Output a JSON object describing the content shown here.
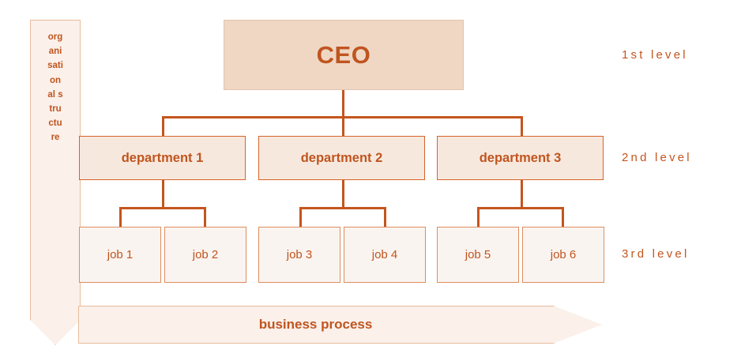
{
  "diagram": {
    "title": "organisational structure chart",
    "colors": {
      "accent": "#C4551E",
      "text": "#C0551F",
      "ceo_fill": "#EFD7C4",
      "dept_fill": "#F7E8DE",
      "dept_border": "#D4642A",
      "job_fill": "#FAF4F0",
      "job_border": "#DE8D5E",
      "arrow_fill": "#FBF0EA",
      "arrow_border": "#E8BC9C",
      "background": "#FFFFFF"
    },
    "side_arrow": {
      "label": "organisational structure",
      "direction": "down"
    },
    "process_arrow": {
      "label": "business process",
      "direction": "right"
    },
    "levels": [
      {
        "label": "1st level"
      },
      {
        "label": "2nd level"
      },
      {
        "label": "3rd level"
      }
    ],
    "root": {
      "label": "CEO"
    },
    "departments": [
      {
        "label": "department 1"
      },
      {
        "label": "department 2"
      },
      {
        "label": "department 3"
      }
    ],
    "jobs": [
      {
        "label": "job 1"
      },
      {
        "label": "job 2"
      },
      {
        "label": "job 3"
      },
      {
        "label": "job 4"
      },
      {
        "label": "job 5"
      },
      {
        "label": "job 6"
      }
    ]
  }
}
